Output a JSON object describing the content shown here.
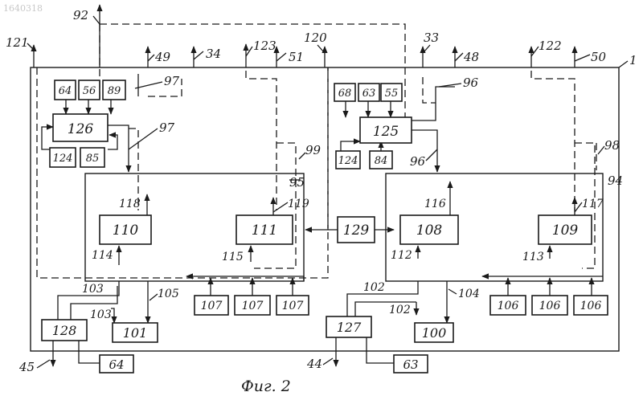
{
  "document_id": "1640318",
  "caption": "Фиг. 2",
  "frame_label": "1",
  "colors": {
    "ink": "#1a1a1a",
    "paper": "#ffffff"
  },
  "blocks": {
    "b126": "126",
    "b125": "125",
    "b110": "110",
    "b111": "111",
    "b108": "108",
    "b109": "109",
    "b129": "129",
    "b128": "128",
    "b127": "127",
    "b101": "101",
    "b100": "100",
    "b64a": "64",
    "b63a": "63",
    "b64": "64",
    "b56": "56",
    "b89": "89",
    "b124a": "124",
    "b85": "85",
    "b68": "68",
    "b63": "63",
    "b55": "55",
    "b124b": "124",
    "b84": "84",
    "b107a": "107",
    "b107b": "107",
    "b107c": "107",
    "b106a": "106",
    "b106b": "106",
    "b106c": "106"
  },
  "labels": {
    "l121": "121",
    "l92": "92",
    "l49": "49",
    "l34": "34",
    "l123": "123",
    "l51": "51",
    "l120": "120",
    "l33": "33",
    "l48": "48",
    "l122": "122",
    "l50": "50",
    "l97a": "97",
    "l97b": "97",
    "l96a": "96",
    "l96b": "96",
    "l99": "99",
    "l98": "98",
    "l95": "95",
    "l94": "94",
    "l118": "118",
    "l119": "119",
    "l116": "116",
    "l117": "117",
    "l114": "114",
    "l115": "115",
    "l112": "112",
    "l113": "113",
    "l103a": "103",
    "l103b": "103",
    "l105": "105",
    "l102a": "102",
    "l102b": "102",
    "l104": "104",
    "l45": "45",
    "l44": "44"
  }
}
